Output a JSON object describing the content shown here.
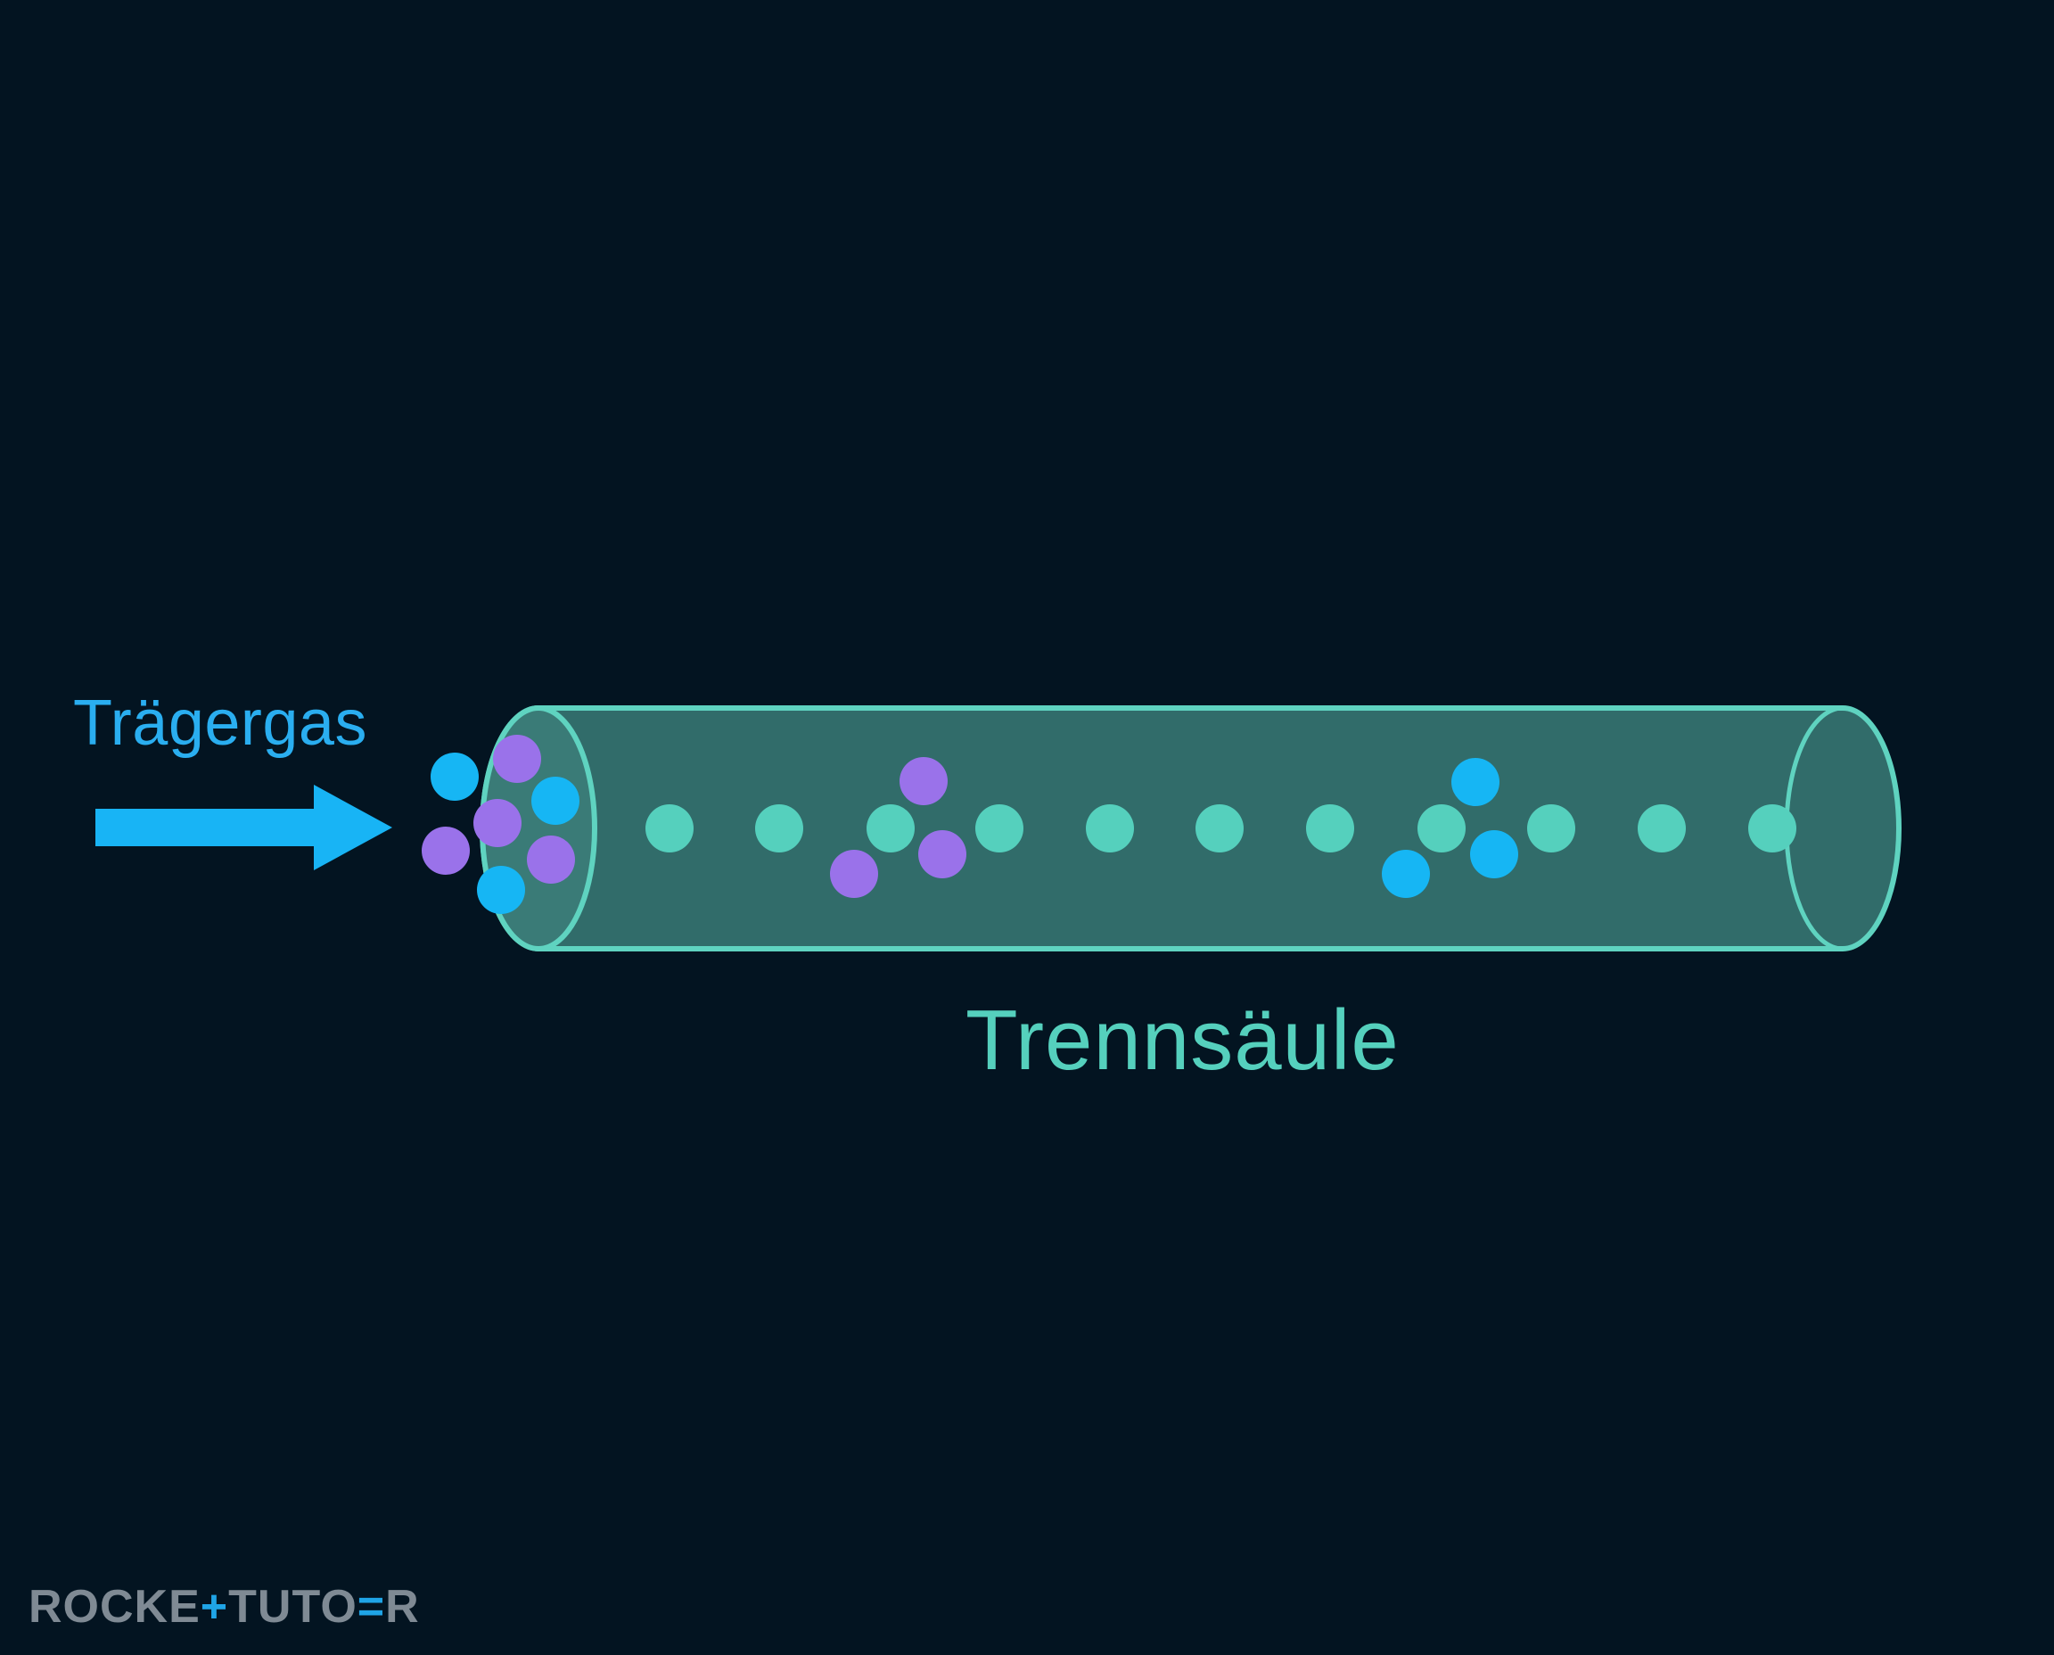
{
  "labels": {
    "carrier_gas": "Trägergas",
    "separation_column": "Trennsäule"
  },
  "logo": {
    "part1": "ROCKE",
    "plus": "+",
    "part2": "TUTO",
    "bar": "=",
    "part3": "R"
  },
  "colors": {
    "background": "#031421",
    "carrier_label": "#2aaef0",
    "column_label": "#55d0bd",
    "arrow": "#18b4f5",
    "column_fill": "#3a7b77",
    "column_stroke": "#5fd3c0",
    "stationary_phase": "#55d0bd",
    "analyte_blue": "#16b6f4",
    "analyte_purple": "#9a72ea"
  },
  "icons": {
    "flow_arrow": "right-arrow-icon"
  }
}
